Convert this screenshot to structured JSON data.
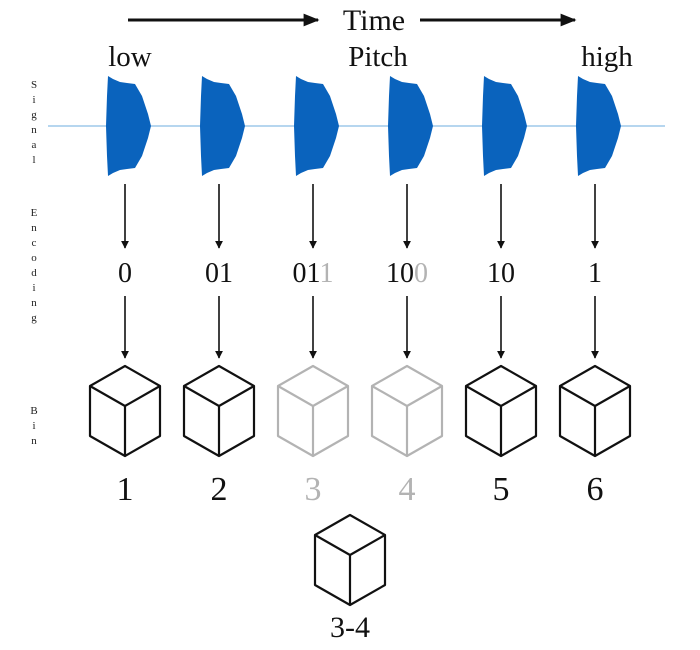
{
  "time_label": "Time",
  "pitch_label": "Pitch",
  "low_label": "low",
  "high_label": "high",
  "row_labels": [
    "Signal",
    "Encoding",
    "Bin"
  ],
  "colors": {
    "signal_fill": "#0a63bd",
    "signal_line": "#9ec8ea",
    "active": "#111111",
    "inactive": "#b3b3b3"
  },
  "columns": [
    {
      "code": [
        {
          "t": "0",
          "dim": false
        }
      ],
      "bin": "1",
      "dim": false
    },
    {
      "code": [
        {
          "t": "01",
          "dim": false
        }
      ],
      "bin": "2",
      "dim": false
    },
    {
      "code": [
        {
          "t": "01",
          "dim": false
        },
        {
          "t": "1",
          "dim": true
        }
      ],
      "bin": "3",
      "dim": true
    },
    {
      "code": [
        {
          "t": "10",
          "dim": false
        },
        {
          "t": "0",
          "dim": true
        }
      ],
      "bin": "4",
      "dim": true
    },
    {
      "code": [
        {
          "t": "10",
          "dim": false
        }
      ],
      "bin": "5",
      "dim": false
    },
    {
      "code": [
        {
          "t": "1",
          "dim": false
        }
      ],
      "bin": "6",
      "dim": false
    }
  ],
  "merged_bin": "3-4"
}
